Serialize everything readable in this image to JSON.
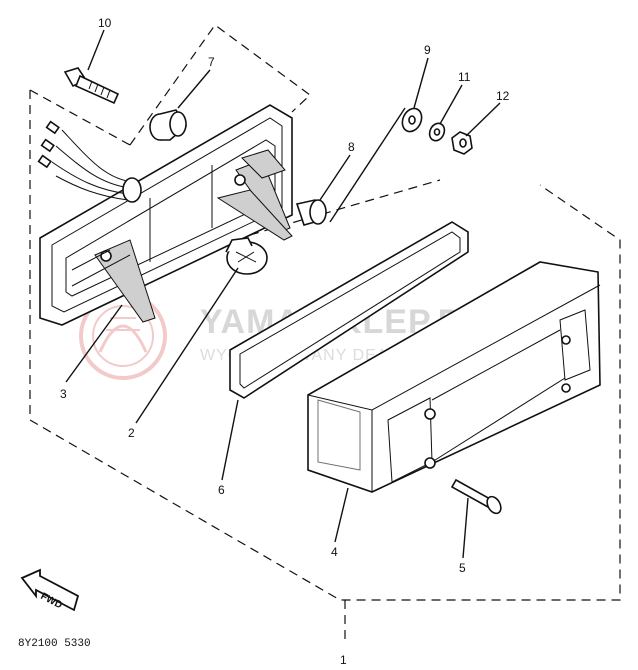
{
  "diagram": {
    "callouts": [
      "1",
      "2",
      "3",
      "4",
      "5",
      "6",
      "7",
      "8",
      "9",
      "10",
      "11",
      "12"
    ],
    "diagram_code": "8Y2100 5330",
    "fwd_label": "FWD",
    "watermark": {
      "title": "YAMA-SKLEP.PL",
      "subtitle": "WYCIECHOWANY DEALER YAMAHA"
    },
    "colors": {
      "line": "#111111",
      "watermark": "#e8a0a0"
    }
  }
}
